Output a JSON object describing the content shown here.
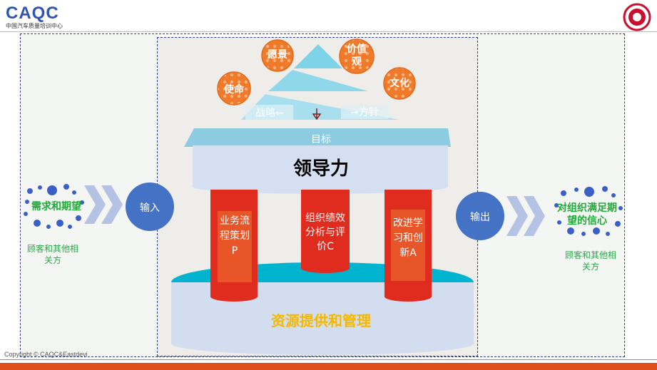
{
  "logo": {
    "brand": "CAQC",
    "subtitle": "中国汽车质量培训中心"
  },
  "pyramid": {
    "balls": [
      "愿景",
      "价值观",
      "使命",
      "文化"
    ],
    "strategy": "战略←",
    "direction": "→方针",
    "target": "目标"
  },
  "roof_label": "领导力",
  "pillars": [
    "业务流程策划P",
    "组织绩效分析与评价C",
    "改进学习和创新A"
  ],
  "base_label": "资源提供和管理",
  "input": {
    "title": "需求和期望",
    "source": "顾客和其他相关方",
    "circle": "输入"
  },
  "output": {
    "title": "对组织满足期望的信心",
    "source": "顾客和其他相关方",
    "circle": "输出"
  },
  "copyright": "Copyright © CAQC&Eastdevi",
  "colors": {
    "red": "#e02b1f",
    "blue": "#4472c4",
    "teal": "#00b4d0",
    "bottom_bar": "#e04e1b",
    "green": "#22a83a"
  }
}
